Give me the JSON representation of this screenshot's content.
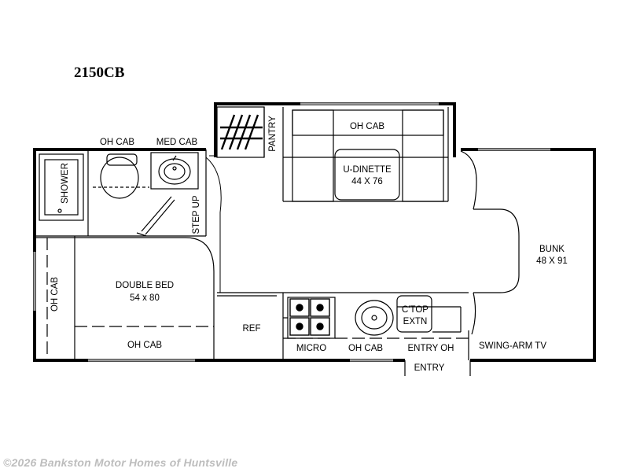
{
  "title": "2150CB",
  "watermark": "©2026 Bankston Motor Homes of Huntsville",
  "labels": {
    "oh_cab_bath": "OH CAB",
    "med_cab": "MED CAB",
    "shower": "SHOWER",
    "pantry": "PANTRY",
    "oh_cab_slide": "OH CAB",
    "u_dinette": "U-DINETTE",
    "u_dinette_size": "44 X 76",
    "step_up": "STEP UP",
    "bunk": "BUNK",
    "bunk_size": "48 X 91",
    "oh_cab_left": "OH CAB",
    "double_bed": "DOUBLE BED",
    "double_bed_size": "54 x 80",
    "oh_cab_bottom": "OH CAB",
    "ref": "REF",
    "micro": "MICRO",
    "oh_cab_kitchen": "OH CAB",
    "ctop": "C'TOP",
    "extn": "EXTN",
    "entry_oh": "ENTRY OH",
    "swing_arm_tv": "SWING-ARM TV",
    "entry": "ENTRY"
  }
}
